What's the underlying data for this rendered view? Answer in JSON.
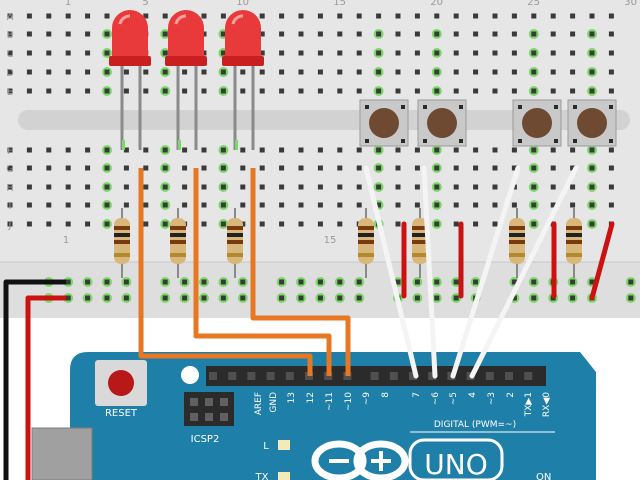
{
  "breadboard": {
    "row_letters": [
      "A",
      "B",
      "C",
      "D",
      "E",
      "F",
      "G",
      "H",
      "I",
      "J"
    ],
    "col_numbers_top": [
      "1",
      "5",
      "10",
      "15",
      "20",
      "25",
      "30"
    ],
    "col_numbers_bottom": [
      "1",
      "15"
    ]
  },
  "arduino": {
    "reset_label": "RESET",
    "icsp_label": "ICSP2",
    "digital_label": "DIGITAL (PWM=~)",
    "logo_text": "UNO",
    "led_label_l": "L",
    "led_label_tx": "TX",
    "led_label_on": "ON",
    "pin_labels": [
      "AREF",
      "GND",
      "13",
      "12",
      "~11",
      "~10",
      "~9",
      "8",
      "7",
      "~6",
      "~5",
      "4",
      "~3",
      "2",
      "TX▶1",
      "RX◀0"
    ]
  },
  "colors": {
    "board": "#1e7fa8",
    "breadboard": "#e6e6e6",
    "wire_orange": "#e87722",
    "wire_red": "#cc1111",
    "wire_white": "#f4f4f4",
    "wire_black": "#111111",
    "led_red": "#e83a3a",
    "button_cap": "#6e4a32"
  },
  "components": {
    "led_count": 3,
    "button_count": 4,
    "resistor_count": 7
  }
}
